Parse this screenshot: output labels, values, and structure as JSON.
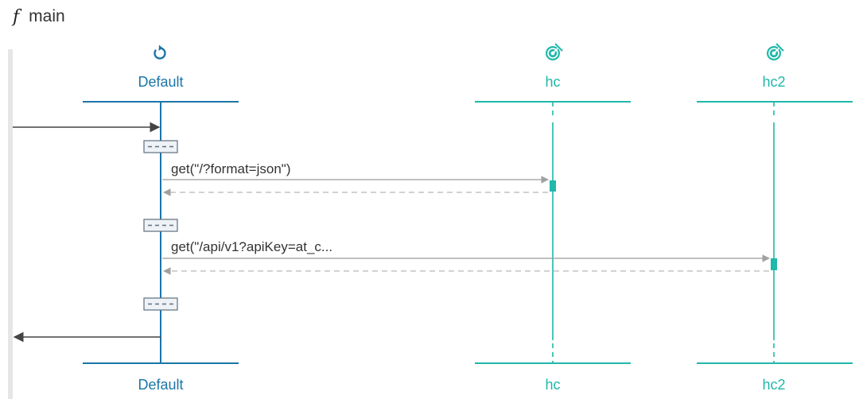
{
  "header": {
    "icon": "function-icon",
    "icon_glyph": "f",
    "title": "main"
  },
  "colors": {
    "default": "#1b75a8",
    "service": "#20b8aa",
    "call_line": "#9a9a9a",
    "return_line": "#b8b8b8",
    "sidebar": "#e6e6e6",
    "fragment": "#5f6f80"
  },
  "participants": [
    {
      "id": "default",
      "label": "Default",
      "icon": "restart-icon"
    },
    {
      "id": "hc",
      "label": "hc",
      "icon": "target-icon"
    },
    {
      "id": "hc2",
      "label": "hc2",
      "icon": "target-icon"
    }
  ],
  "messages": [
    {
      "from": "default",
      "to": "hc",
      "label": "get(\"/?format=json\")"
    },
    {
      "from": "default",
      "to": "hc2",
      "label": "get(\"/api/v1?apiKey=at_c..."
    }
  ],
  "fragment_marker": "- - -"
}
